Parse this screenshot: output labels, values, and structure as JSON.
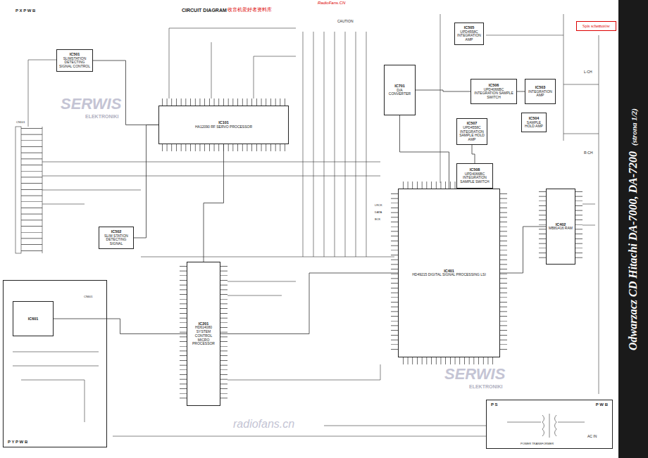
{
  "diagram": {
    "title": "CIRCUIT DIAGRAM",
    "nodes": [
      {
        "text": [
          "P X P W B"
        ]
      },
      {
        "text": [
          "IC501",
          "SLIMSTATION DETECTING SIGNAL CONTROL"
        ],
        "in": 0
      },
      {
        "text": [
          "IC101",
          "HA12090 RF SERVO PROCESSOR"
        ],
        "in": 0
      },
      {
        "text": [
          "IC502",
          "SLIM STATION DETECTING SIGNAL"
        ],
        "in": 0
      },
      {
        "text": [
          "IC701",
          "D/A CONVERTER"
        ],
        "in": 0
      },
      {
        "text": [
          "IC505",
          "UPD4558C INTEGRATION AMP"
        ],
        "in": 0
      },
      {
        "text": [
          "IC506",
          "UPD4066BC INTEGRATION SAMPLE SWITCH"
        ],
        "in": 0
      },
      {
        "text": [
          "IC503",
          "INTEGRATION AMP"
        ],
        "in": 0
      },
      {
        "text": [
          "IC504",
          "SAMPLE HOLD AMP"
        ],
        "in": 0
      },
      {
        "text": [
          "IC507",
          "UPD4558C INTEGRATION SAMPLE HOLD AMP"
        ],
        "in": 0
      },
      {
        "text": [
          "IC508",
          "UPD4066BC INTEGRATION SAMPLE SWITCH"
        ],
        "in": 0
      },
      {
        "text": [
          "IC401",
          "HD49215 DIGITAL SIGNAL PROCESSING LSI"
        ],
        "in": 0
      },
      {
        "text": [
          "IC402",
          "MB81416 RAM"
        ],
        "in": 0
      },
      {
        "text": [
          "IC201",
          "HD614080 SYSTEM CONTROL MICRO PROCESSOR"
        ],
        "in": 0
      },
      {
        "text": [
          "P Y P W B"
        ]
      },
      {
        "text": [
          "IC601"
        ],
        "in": 14
      },
      {
        "text": [
          "P S",
          "P W B"
        ]
      },
      {
        "text": [
          "Spis schematów"
        ]
      },
      {
        "text": [
          "Odwarzacz CD Hitachi DA-7000, DA-7200",
          "(strona 1/2)"
        ]
      }
    ],
    "edges": [
      {
        "from": 1,
        "to": 2,
        "arrow": "none"
      },
      {
        "from": 3,
        "to": 2,
        "arrow": "none"
      },
      {
        "from": 2,
        "to": 13,
        "arrow": "none"
      },
      {
        "from": 15,
        "to": 13,
        "arrow": "none"
      },
      {
        "from": 13,
        "to": 11,
        "arrow": "none"
      },
      {
        "from": 11,
        "to": 12,
        "arrow": "none"
      },
      {
        "from": 4,
        "to": 11,
        "arrow": "none"
      },
      {
        "from": 4,
        "to": 6,
        "arrow": "none"
      },
      {
        "from": 6,
        "to": 7,
        "arrow": "none"
      },
      {
        "from": 9,
        "to": 10,
        "arrow": "none"
      }
    ],
    "labels": [
      "收音机爱好者资料库",
      "RadioFans.CN",
      "CAUTION",
      "SERWIS",
      "ELEKTRONIKI",
      "radiofans.cn",
      "SERWIS",
      "ELEKTRONIKI",
      "L-CH",
      "R-CH",
      "AC IN",
      "POWER TRANSFORMER",
      "LRCK",
      "DATA",
      "BCK",
      "CN101",
      "CN601"
    ]
  }
}
